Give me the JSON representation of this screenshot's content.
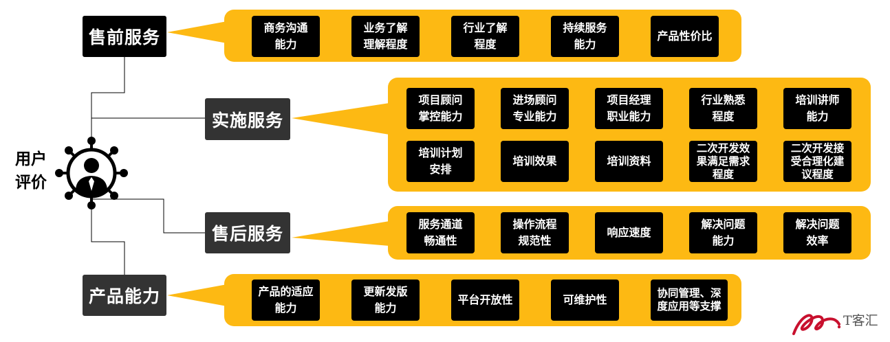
{
  "user_label": "用户\n评价",
  "watermark_text": "T客汇",
  "colors": {
    "panel": "#FDB913",
    "item": "#000000",
    "category_dark": "#000000",
    "category_grey": "#333333"
  },
  "categories": [
    {
      "id": "pre",
      "label": "售前服务",
      "items": [
        "商务沟通\n能力",
        "业务了解\n理解程度",
        "行业了解\n程度",
        "持续服务\n能力",
        "产品性价比"
      ]
    },
    {
      "id": "impl",
      "label": "实施服务",
      "items": [
        "项目顾问\n掌控能力",
        "进场顾问\n专业能力",
        "项目经理\n职业能力",
        "行业熟悉\n程度",
        "培训讲师\n能力",
        "培训计划\n安排",
        "培训效果",
        "培训资料",
        "二次开发效\n果满足需求\n程度",
        "二次开发接\n受合理化建\n议程度"
      ]
    },
    {
      "id": "post",
      "label": "售后服务",
      "items": [
        "服务通道\n畅通性",
        "操作流程\n规范性",
        "响应速度",
        "解决问题\n能力",
        "解决问题\n效率"
      ]
    },
    {
      "id": "product",
      "label": "产品能力",
      "items": [
        "产品的适应\n能力",
        "更新发版\n能力",
        "平台开放性",
        "可维护性",
        "协同管理、深\n度应用等支撑"
      ]
    }
  ]
}
